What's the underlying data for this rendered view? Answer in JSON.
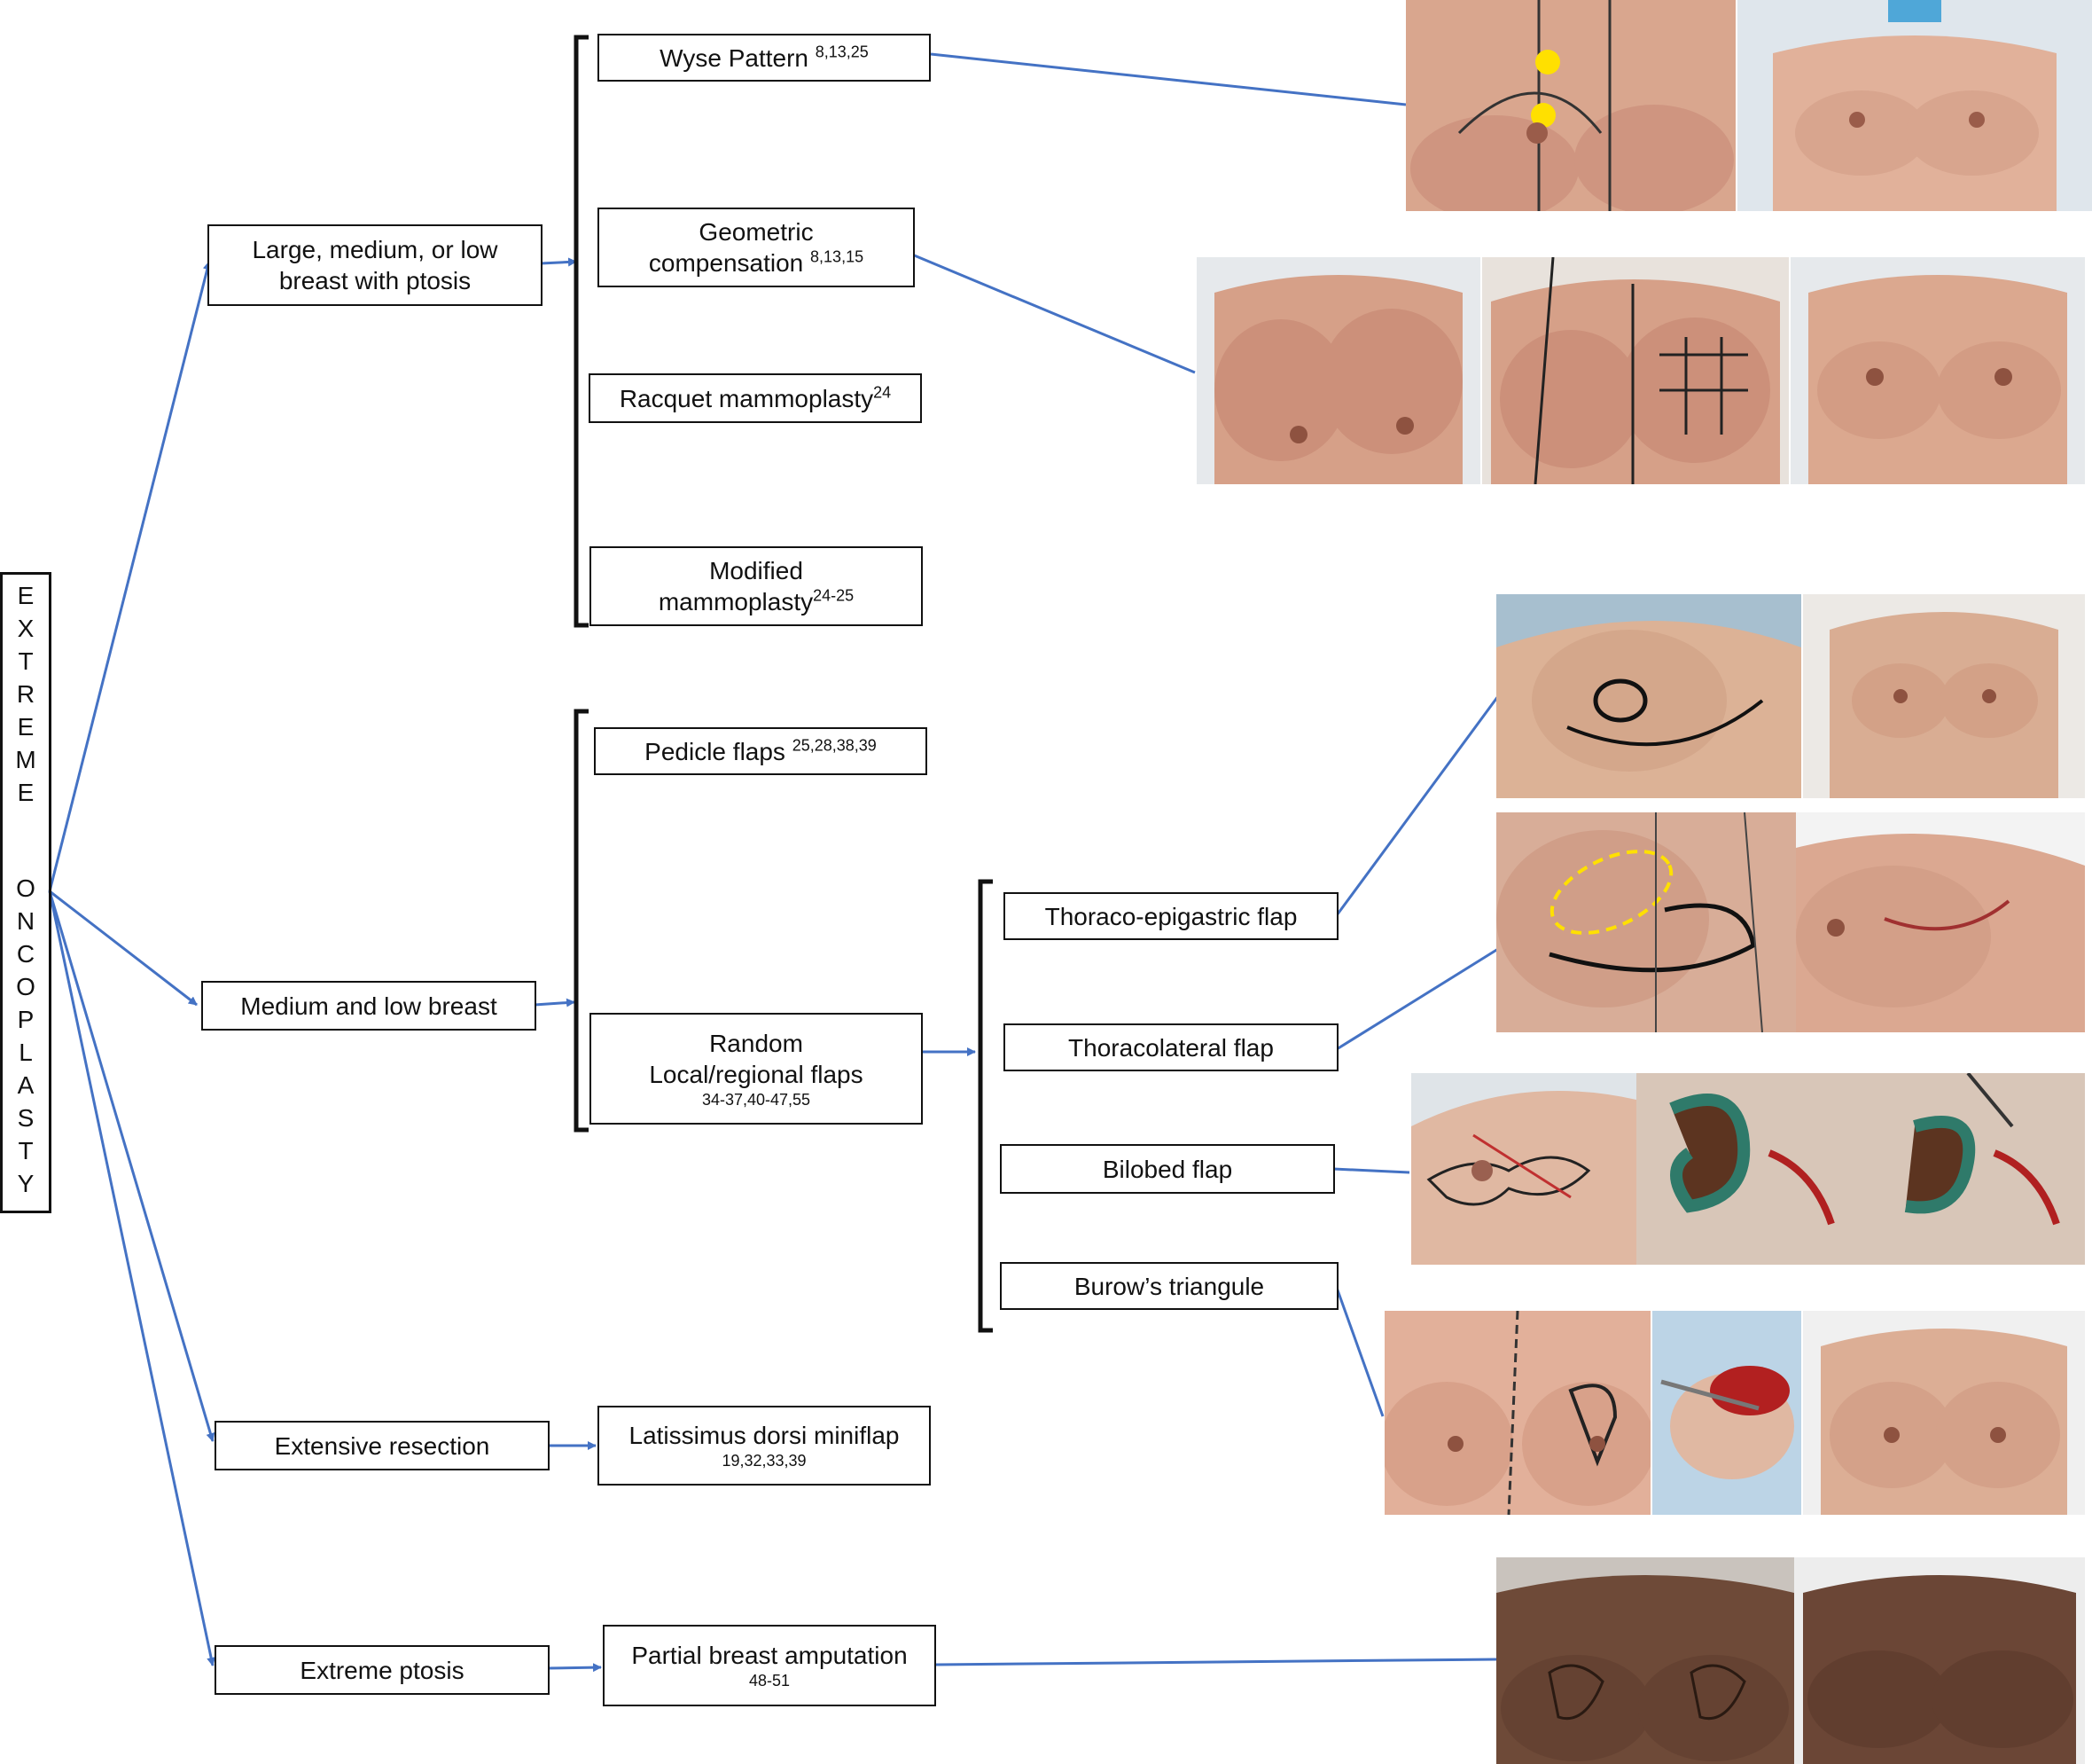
{
  "root": {
    "letters": [
      "E",
      "X",
      "T",
      "R",
      "E",
      "M",
      "E",
      "",
      "O",
      "N",
      "C",
      "O",
      "P",
      "L",
      "A",
      "S",
      "T",
      "Y"
    ]
  },
  "categories": {
    "large": "Large, medium, or low breast with ptosis",
    "large_line1": "Large, medium, or low",
    "large_line2": "breast with ptosis",
    "medium": "Medium and low breast",
    "extensive": "Extensive resection",
    "extreme": "Extreme ptosis"
  },
  "techniques": {
    "wyse": {
      "label": "Wyse Pattern",
      "refs": "8,13,25"
    },
    "geometric": {
      "line1": "Geometric",
      "line2": "compensation",
      "refs": "8,13,15"
    },
    "racquet": {
      "label": "Racquet mammoplasty",
      "refs": "24"
    },
    "modified": {
      "line1": "Modified",
      "line2": "mammoplasty",
      "refs": "24-25"
    },
    "pedicle": {
      "label": "Pedicle flaps",
      "refs": "25,28,38,39"
    },
    "random": {
      "line1": "Random",
      "line2": "Local/regional flaps",
      "refs": "34-37,40-47,55"
    },
    "latissimus": {
      "label": "Latissimus dorsi miniflap",
      "refs": "19,32,33,39"
    },
    "amputation": {
      "label": "Partial breast amputation",
      "refs": "48-51"
    }
  },
  "flaps": {
    "thoraco_epigastric": "Thoraco-epigastric flap",
    "thoracolateral": "Thoracolateral flap",
    "bilobed": "Bilobed flap",
    "burow": "Burow’s triangule"
  },
  "colors": {
    "connector": "#4472c4",
    "box_border": "#111111",
    "skin_light": "#dfae93",
    "skin_dark": "#6e4a38",
    "background_photo": "#e9eef3"
  }
}
